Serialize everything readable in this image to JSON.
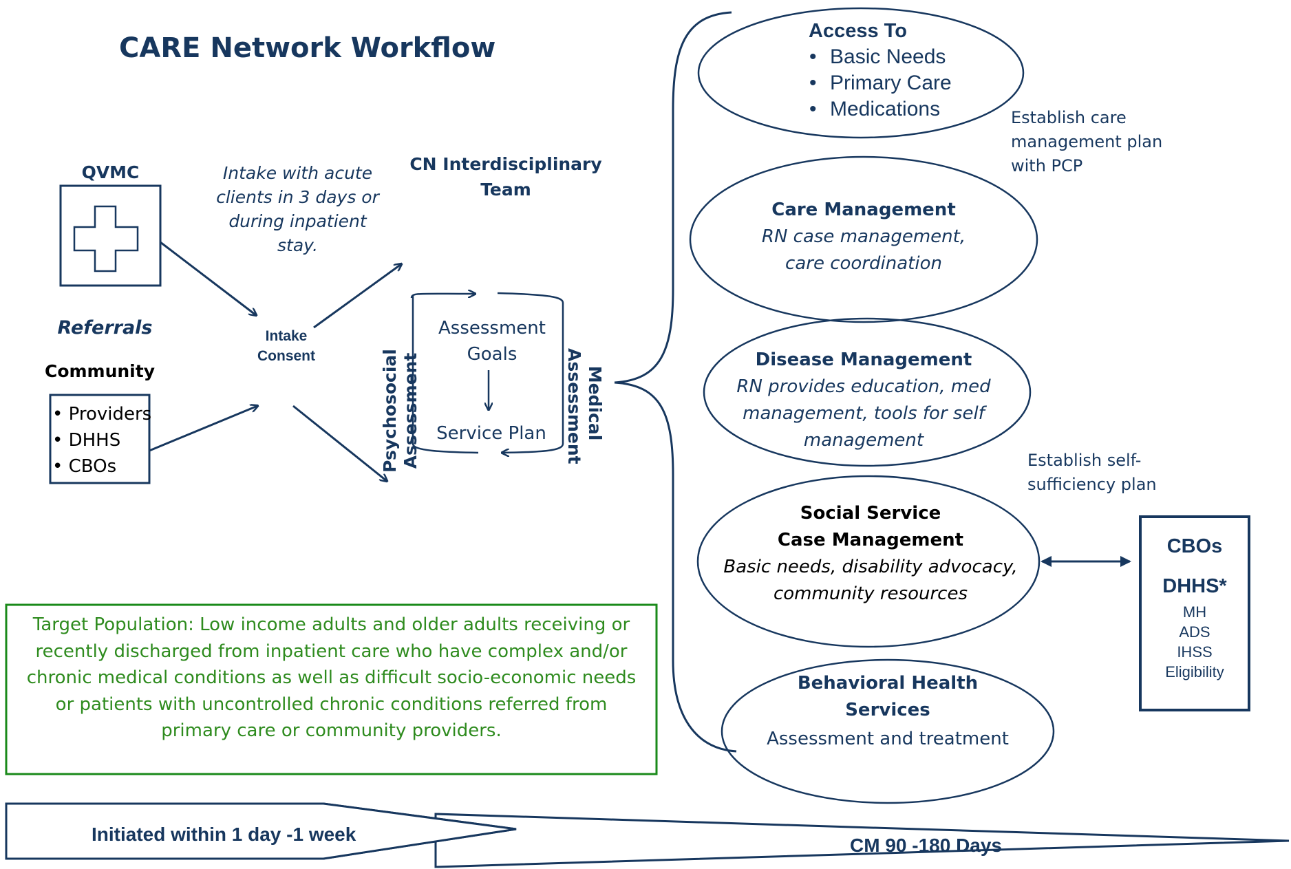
{
  "title": "CARE Network Workflow",
  "colors": {
    "navy": "#17375e",
    "green": "#2e8b1e",
    "greenBorder": "#1a8a1a"
  },
  "referrals": {
    "qvmc_label": "QVMC",
    "referrals_label": "Referrals",
    "community_label": "Community",
    "community_items": [
      "Providers",
      "DHHS",
      "CBOs"
    ],
    "qvmc_icon": "medical-cross-icon"
  },
  "intake_note": [
    "Intake with acute",
    "clients in 3 days or",
    "during inpatient",
    "stay."
  ],
  "intake_consent": [
    "Intake",
    "Consent"
  ],
  "team_title": [
    "CN Interdisciplinary",
    "Team"
  ],
  "cycle": {
    "assessment": "Assessment",
    "goals": "Goals",
    "service_plan": "Service Plan",
    "psychosocial": [
      "Psychosocial",
      "Assessment"
    ],
    "medical": [
      "Medical",
      "Assessment"
    ]
  },
  "services": {
    "access": {
      "title": "Access To",
      "items": [
        "Basic Needs",
        "Primary Care",
        "Medications"
      ]
    },
    "care_mgmt": {
      "title": "Care Management",
      "desc": [
        "RN case management,",
        "care coordination"
      ]
    },
    "disease_mgmt": {
      "title": "Disease Management",
      "desc": [
        "RN provides education, med",
        "management, tools for self",
        "management"
      ]
    },
    "social": {
      "title": [
        "Social Service",
        "Case Management"
      ],
      "desc": [
        "Basic needs, disability advocacy,",
        "community resources"
      ]
    },
    "behavioral": {
      "title": [
        "Behavioral Health",
        "Services"
      ],
      "desc": "Assessment and treatment"
    }
  },
  "notes": {
    "care_plan": [
      "Establish care",
      "management plan",
      "with PCP"
    ],
    "self_sufficiency": [
      "Establish self-",
      "sufficiency plan"
    ]
  },
  "partners": {
    "cbos": "CBOs",
    "dhhs": "DHHS*",
    "items": [
      "MH",
      "ADS",
      "IHSS",
      "Eligibility"
    ]
  },
  "target_population": [
    "Target Population: Low income adults and older adults receiving or",
    "recently discharged from inpatient care who have complex and/or",
    "chronic medical conditions as well as difficult socio-economic needs",
    "or patients with uncontrolled chronic conditions referred from",
    "primary care or community providers."
  ],
  "timeline": {
    "initiated": "Initiated within 1 day -1 week",
    "cm_duration": "CM 90 -180 Days"
  }
}
